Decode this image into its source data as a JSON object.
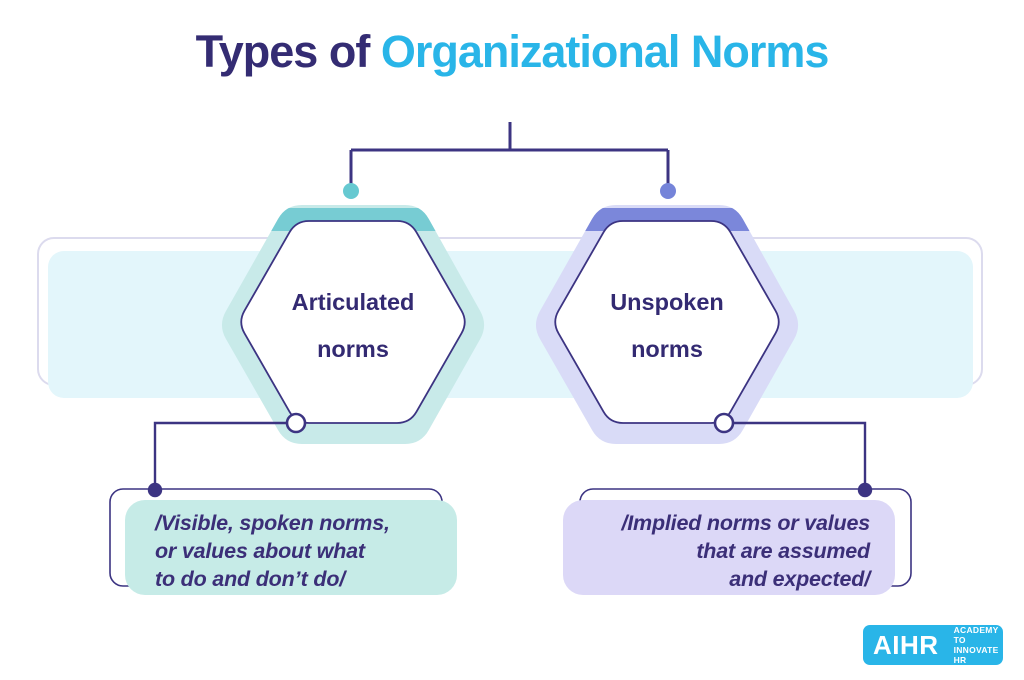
{
  "title": {
    "prefix": "Types of ",
    "highlight": "Organizational Norms"
  },
  "nodes": [
    {
      "label_line1": "Articulated",
      "label_line2": "norms",
      "desc_line1": "/Visible, spoken norms,",
      "desc_line2": "or values about what",
      "desc_line3": "to do and don’t do/"
    },
    {
      "label_line1": "Unspoken",
      "label_line2": "norms",
      "desc_line1": "/Implied norms or values",
      "desc_line2": "that are assumed",
      "desc_line3": "and expected/"
    }
  ],
  "logo": {
    "brand": "AIHR",
    "tagline_line1": "ACADEMY TO",
    "tagline_line2": "INNOVATE HR"
  },
  "colors": {
    "title_dark": "#342c73",
    "title_accent": "#29b5e8",
    "line": "#3c3482",
    "teal_light": "#c8eae9",
    "teal_band": "#77ccd3",
    "teal_dot": "#66c9d1",
    "teal_fill": "#c6ebe7",
    "lavender_light": "#d9dbf7",
    "lavender_band": "#7b87da",
    "lavender_dot": "#7584d9",
    "lavender_fill": "#dcd8f7",
    "panel_fill": "#e3f6fb",
    "panel_outline": "#dcdbee",
    "logo_bg": "#29b5e8"
  }
}
